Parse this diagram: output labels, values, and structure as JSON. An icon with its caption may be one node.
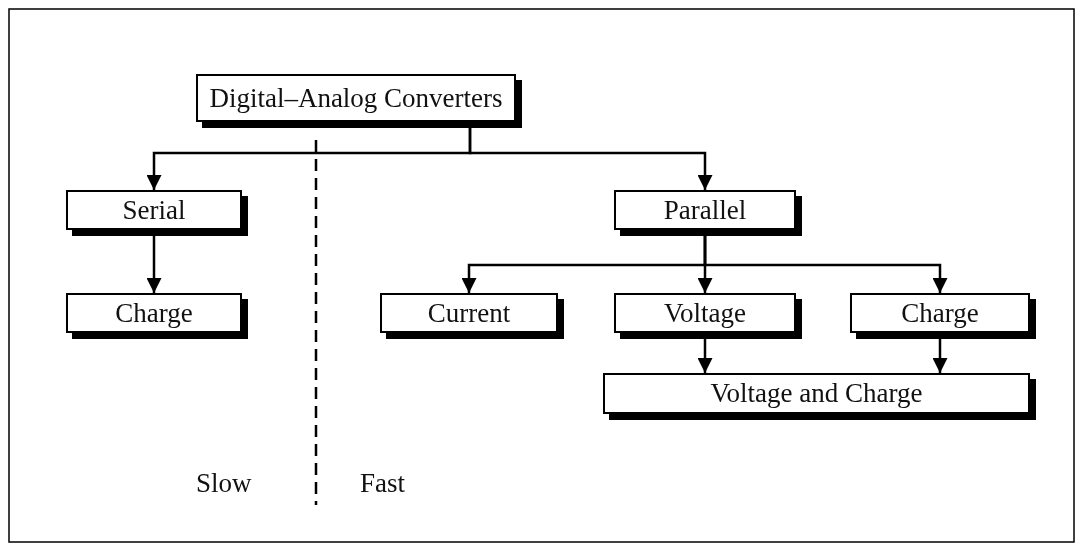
{
  "diagram": {
    "nodes": [
      {
        "text": [
          "Digital–Analog Converters"
        ]
      },
      {
        "text": [
          "Serial"
        ]
      },
      {
        "text": [
          "Charge"
        ]
      },
      {
        "text": [
          "Parallel"
        ]
      },
      {
        "text": [
          "Current"
        ]
      },
      {
        "text": [
          "Voltage"
        ]
      },
      {
        "text": [
          "Charge"
        ]
      },
      {
        "text": [
          "Voltage and Charge"
        ]
      }
    ],
    "edges": [
      {
        "from": 0,
        "to": 1,
        "arrow": "to"
      },
      {
        "from": 0,
        "to": 3,
        "arrow": "to"
      },
      {
        "from": 1,
        "to": 2,
        "arrow": "to"
      },
      {
        "from": 3,
        "to": 4,
        "arrow": "to"
      },
      {
        "from": 3,
        "to": 5,
        "arrow": "to"
      },
      {
        "from": 3,
        "to": 6,
        "arrow": "to"
      },
      {
        "from": 5,
        "to": 7,
        "arrow": "to"
      },
      {
        "from": 6,
        "to": 7,
        "arrow": "to"
      }
    ],
    "labels": [
      "Slow",
      "Fast"
    ]
  }
}
